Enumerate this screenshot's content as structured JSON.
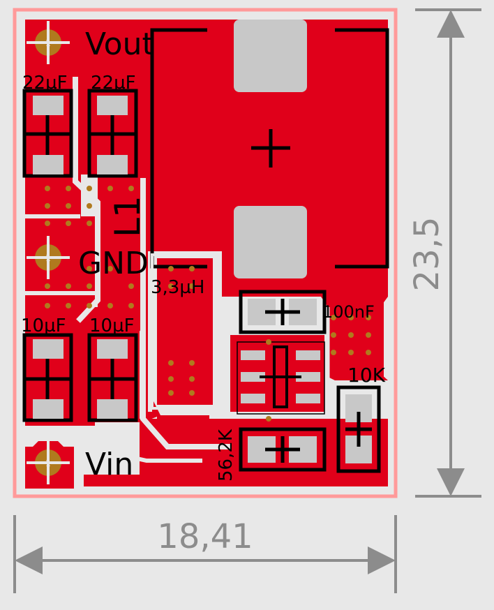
{
  "board": {
    "pads": {
      "vout": "1",
      "gnd": "1",
      "vin": "1"
    },
    "labels": {
      "vout": "Vout",
      "gnd": "GND",
      "vin": "Vin",
      "inductor_ref": "L1",
      "inductor_value": "3,3µH",
      "cap_out_left": "22µF",
      "cap_out_right": "22µF",
      "cap_in_left": "10µF",
      "cap_in_right": "10µF",
      "cap_small": "100nF",
      "res_top": "10K",
      "res_bottom": "56,2K"
    }
  },
  "dimensions": {
    "width": "18,41",
    "height": "23,5"
  },
  "colors": {
    "background": "#e8e8e8",
    "copper": "#e0001a",
    "outline": "#ff9a9a",
    "pad": "#c8c8c8",
    "silk": "#000000",
    "via": "#b07a1e",
    "dimension": "#8c8c8c"
  }
}
